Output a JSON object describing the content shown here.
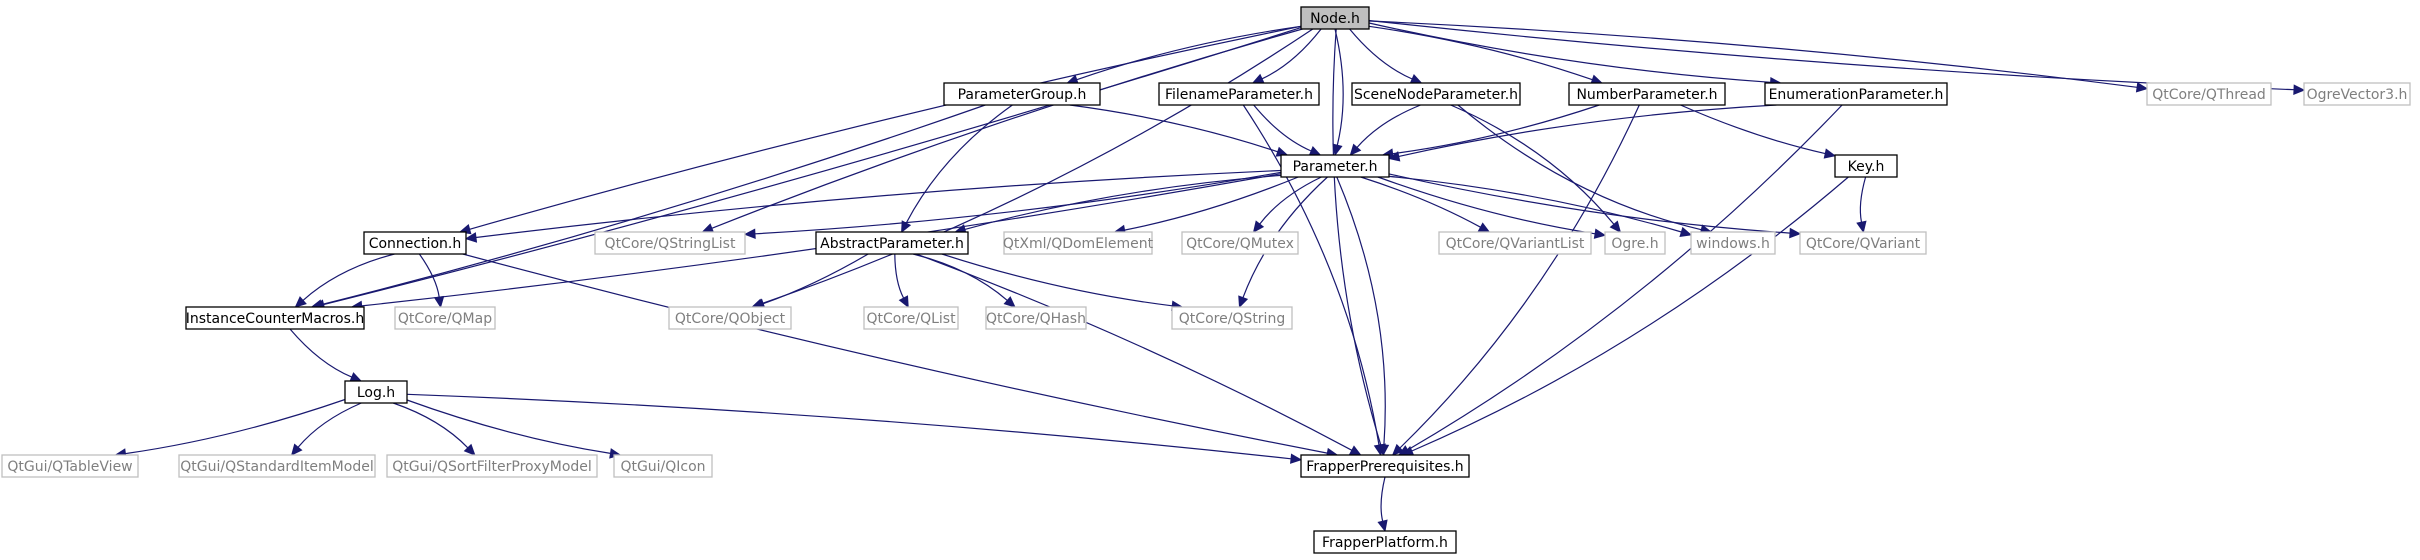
{
  "graph": {
    "nodes": [
      {
        "id": "node_h",
        "label": "Node.h",
        "kind": "root"
      },
      {
        "id": "parametergroup_h",
        "label": "ParameterGroup.h",
        "kind": "doc"
      },
      {
        "id": "filenameparameter_h",
        "label": "FilenameParameter.h",
        "kind": "doc"
      },
      {
        "id": "scenenodeparameter_h",
        "label": "SceneNodeParameter.h",
        "kind": "doc"
      },
      {
        "id": "numberparameter_h",
        "label": "NumberParameter.h",
        "kind": "doc"
      },
      {
        "id": "enumerationparameter_h",
        "label": "EnumerationParameter.h",
        "kind": "doc"
      },
      {
        "id": "qthread",
        "label": "QtCore/QThread",
        "kind": "ext"
      },
      {
        "id": "ogrevector3_h",
        "label": "OgreVector3.h",
        "kind": "ext"
      },
      {
        "id": "parameter_h",
        "label": "Parameter.h",
        "kind": "doc"
      },
      {
        "id": "key_h",
        "label": "Key.h",
        "kind": "doc"
      },
      {
        "id": "connection_h",
        "label": "Connection.h",
        "kind": "doc"
      },
      {
        "id": "qstringlist",
        "label": "QtCore/QStringList",
        "kind": "ext"
      },
      {
        "id": "abstractparameter_h",
        "label": "AbstractParameter.h",
        "kind": "doc"
      },
      {
        "id": "qdomelement",
        "label": "QtXml/QDomElement",
        "kind": "ext"
      },
      {
        "id": "qmutex",
        "label": "QtCore/QMutex",
        "kind": "ext"
      },
      {
        "id": "qvariantlist",
        "label": "QtCore/QVariantList",
        "kind": "ext"
      },
      {
        "id": "ogre_h",
        "label": "Ogre.h",
        "kind": "ext"
      },
      {
        "id": "windows_h",
        "label": "windows.h",
        "kind": "ext"
      },
      {
        "id": "qvariant",
        "label": "QtCore/QVariant",
        "kind": "ext"
      },
      {
        "id": "instancecountermacros_h",
        "label": "InstanceCounterMacros.h",
        "kind": "doc"
      },
      {
        "id": "qmap",
        "label": "QtCore/QMap",
        "kind": "ext"
      },
      {
        "id": "qobject",
        "label": "QtCore/QObject",
        "kind": "ext"
      },
      {
        "id": "qlist",
        "label": "QtCore/QList",
        "kind": "ext"
      },
      {
        "id": "qhash",
        "label": "QtCore/QHash",
        "kind": "ext"
      },
      {
        "id": "qstring",
        "label": "QtCore/QString",
        "kind": "ext"
      },
      {
        "id": "log_h",
        "label": "Log.h",
        "kind": "doc"
      },
      {
        "id": "qtableview",
        "label": "QtGui/QTableView",
        "kind": "ext"
      },
      {
        "id": "qstandarditemmodel",
        "label": "QtGui/QStandardItemModel",
        "kind": "ext"
      },
      {
        "id": "qsortfilterproxymodel",
        "label": "QtGui/QSortFilterProxyModel",
        "kind": "ext"
      },
      {
        "id": "qicon",
        "label": "QtGui/QIcon",
        "kind": "ext"
      },
      {
        "id": "frapperprerequisites_h",
        "label": "FrapperPrerequisites.h",
        "kind": "doc"
      },
      {
        "id": "frapperplatform_h",
        "label": "FrapperPlatform.h",
        "kind": "doc"
      }
    ],
    "edges": [
      [
        "node_h",
        "parametergroup_h"
      ],
      [
        "node_h",
        "filenameparameter_h"
      ],
      [
        "node_h",
        "scenenodeparameter_h"
      ],
      [
        "node_h",
        "numberparameter_h"
      ],
      [
        "node_h",
        "enumerationparameter_h"
      ],
      [
        "node_h",
        "qthread"
      ],
      [
        "node_h",
        "ogrevector3_h"
      ],
      [
        "node_h",
        "parameter_h"
      ],
      [
        "node_h",
        "connection_h"
      ],
      [
        "node_h",
        "instancecountermacros_h"
      ],
      [
        "node_h",
        "qstringlist"
      ],
      [
        "node_h",
        "qobject"
      ],
      [
        "node_h",
        "frapperprerequisites_h"
      ],
      [
        "parametergroup_h",
        "parameter_h"
      ],
      [
        "parametergroup_h",
        "abstractparameter_h"
      ],
      [
        "parametergroup_h",
        "instancecountermacros_h"
      ],
      [
        "filenameparameter_h",
        "parameter_h"
      ],
      [
        "filenameparameter_h",
        "frapperprerequisites_h"
      ],
      [
        "scenenodeparameter_h",
        "parameter_h"
      ],
      [
        "scenenodeparameter_h",
        "ogre_h"
      ],
      [
        "scenenodeparameter_h",
        "windows_h"
      ],
      [
        "numberparameter_h",
        "parameter_h"
      ],
      [
        "numberparameter_h",
        "key_h"
      ],
      [
        "numberparameter_h",
        "frapperprerequisites_h"
      ],
      [
        "enumerationparameter_h",
        "parameter_h"
      ],
      [
        "enumerationparameter_h",
        "frapperprerequisites_h"
      ],
      [
        "parameter_h",
        "connection_h"
      ],
      [
        "parameter_h",
        "qstringlist"
      ],
      [
        "parameter_h",
        "abstractparameter_h"
      ],
      [
        "parameter_h",
        "qdomelement"
      ],
      [
        "parameter_h",
        "qmutex"
      ],
      [
        "parameter_h",
        "qvariantlist"
      ],
      [
        "parameter_h",
        "ogre_h"
      ],
      [
        "parameter_h",
        "windows_h"
      ],
      [
        "parameter_h",
        "qvariant"
      ],
      [
        "parameter_h",
        "instancecountermacros_h"
      ],
      [
        "parameter_h",
        "qstring"
      ],
      [
        "parameter_h",
        "frapperprerequisites_h"
      ],
      [
        "key_h",
        "qvariant"
      ],
      [
        "key_h",
        "frapperprerequisites_h"
      ],
      [
        "connection_h",
        "instancecountermacros_h"
      ],
      [
        "connection_h",
        "qmap"
      ],
      [
        "connection_h",
        "frapperprerequisites_h"
      ],
      [
        "abstractparameter_h",
        "qobject"
      ],
      [
        "abstractparameter_h",
        "qlist"
      ],
      [
        "abstractparameter_h",
        "qhash"
      ],
      [
        "abstractparameter_h",
        "qstring"
      ],
      [
        "abstractparameter_h",
        "frapperprerequisites_h"
      ],
      [
        "instancecountermacros_h",
        "log_h"
      ],
      [
        "log_h",
        "qtableview"
      ],
      [
        "log_h",
        "qstandarditemmodel"
      ],
      [
        "log_h",
        "qsortfilterproxymodel"
      ],
      [
        "log_h",
        "qicon"
      ],
      [
        "log_h",
        "frapperprerequisites_h"
      ],
      [
        "frapperprerequisites_h",
        "frapperplatform_h"
      ]
    ]
  },
  "colors": {
    "edge": "#191970",
    "internal_border": "#000000",
    "external_border": "#bfbfbf",
    "external_text": "#7f7f7f",
    "root_fill": "#bfbfbf"
  }
}
